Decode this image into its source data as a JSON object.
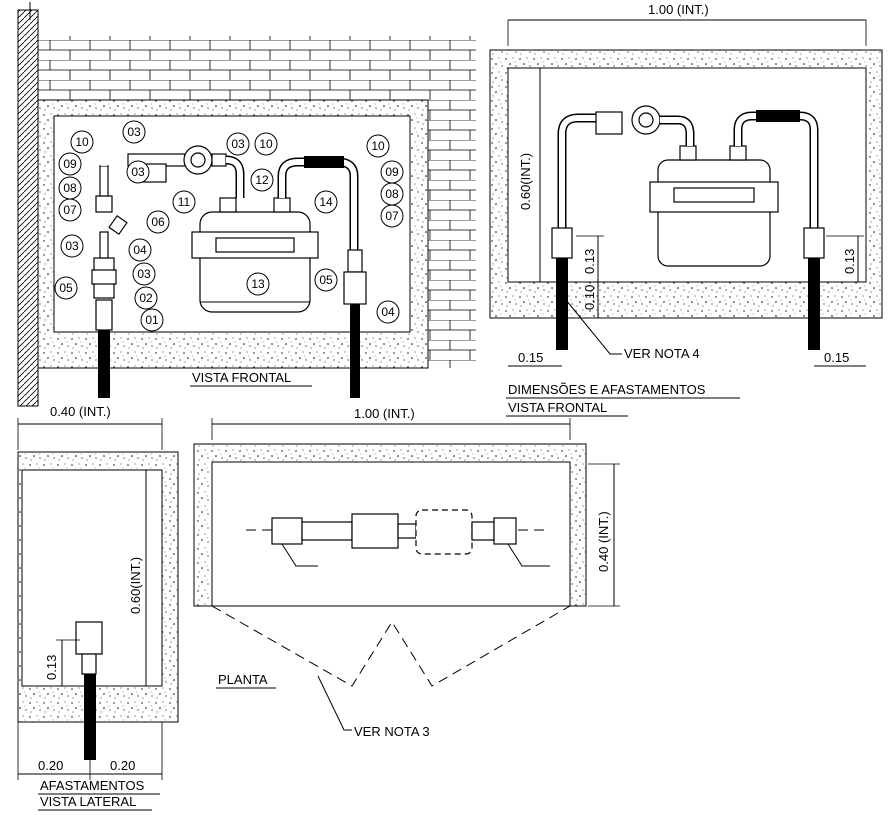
{
  "views": {
    "frontal": {
      "title": "VISTA FRONTAL"
    },
    "dims": {
      "title_line1": "DIMENSÕES E AFASTAMENTOS",
      "title_line2": "VISTA FRONTAL",
      "width": "1.00 (INT.)",
      "height": "0.60(INT.)",
      "dim_013_left": "0.13",
      "dim_013_right": "0.13",
      "dim_010": "0.10",
      "dim_015_left": "0.15",
      "dim_015_right": "0.15",
      "note": "VER NOTA 4"
    },
    "lateral": {
      "title_line1": "AFASTAMENTOS",
      "title_line2": "VISTA LATERAL",
      "width": "0.40 (INT.)",
      "height": "0.60(INT.)",
      "dim_013": "0.13",
      "dim_020_left": "0.20",
      "dim_020_right": "0.20"
    },
    "planta": {
      "title": "PLANTA",
      "width": "1.00 (INT.)",
      "depth": "0.40 (INT.)",
      "note": "VER NOTA 3"
    }
  },
  "tags": {
    "t01": "01",
    "t02": "02",
    "t03": "03",
    "t04": "04",
    "t05": "05",
    "t06": "06",
    "t07": "07",
    "t08": "08",
    "t09": "09",
    "t10": "10",
    "t11": "11",
    "t12": "12",
    "t13": "13",
    "t14": "14"
  }
}
